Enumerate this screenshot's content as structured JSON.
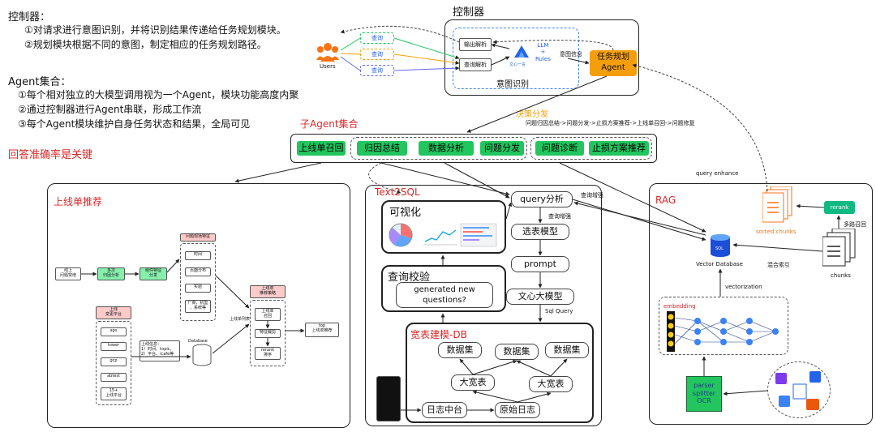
{
  "intro": {
    "controller_heading": "控制器：",
    "controller_lines": [
      "①对请求进行意图识别，并将识别结果传递给任务规划模块。",
      "②规划模块根据不同的意图，制定相应的任务规划路径。"
    ],
    "agent_heading": "Agent集合：",
    "agent_lines": [
      "①每个相对独立的大模型调用视为一个Agent，模块功能高度内聚",
      "②通过控制器进行Agent串联，形成工作流",
      "③每个Agent模块维护自身任务状态和结果，全局可见"
    ],
    "accuracy_note": "回答准确率是关键"
  },
  "controller": {
    "title": "控制器",
    "users_label": "Users",
    "queries": [
      "查询",
      "查询",
      "查询"
    ],
    "output_parse": "输出解析",
    "query_parse": "查询解析",
    "wenxin": "文心一言",
    "llm_rules": "LLM\n+\nRules",
    "intent_recognition": "意图识别",
    "intent_info": "意图信息",
    "task_planning": "任务规划\nAgent",
    "decision": "决策分发",
    "pipeline": "问题归因总结->问题分发->止损方案推荐->上线单召回->问题修复"
  },
  "sub_agents": {
    "title": "子Agent集合",
    "items": [
      "上线单召回",
      "归因总结",
      "数据分析",
      "问题分发",
      "问题诊断",
      "止损方案推荐"
    ]
  },
  "online_rec": {
    "title": "上线单推荐",
    "alarm": "线上\n问题突增",
    "multi_attr": "多次\n归因分析",
    "feature_gen": "组件特征\n分发",
    "issue_feat_title": "问题现场特征",
    "issue_feats": [
      "时间",
      "页面分布",
      "实验",
      "厂商、机型\n、系统等"
    ],
    "platform_title": "上线\n变更平台",
    "platforms": [
      "aps",
      "tower",
      "gcp",
      "abtest",
      "15+\n上线平台"
    ],
    "info_card": "上线信息：\n1）时间、topic、\n2）平台、icafe等",
    "database": "Database",
    "online_only": "上线单列表",
    "strategy_title": "上线单\n推荐策略",
    "strategy_steps": [
      "上线单\n召回",
      "特征裁剪",
      "rerank\n排序"
    ],
    "top": "top\n上线单推荐"
  },
  "text2sql": {
    "title": "Text2SQL",
    "query_analysis": "query分析",
    "query_enhance_1": "查询增强",
    "query_enhance_2": "查询增强",
    "table_select": "选表模型",
    "prompt": "prompt",
    "wenxin_model": "文心大模型",
    "sql_query": "Sql Query",
    "visualize": "可视化",
    "query_check": "查询校验",
    "generated": "generated new\nquestions?",
    "wide_title": "宽表建模-DB",
    "datasets": [
      "数据集",
      "数据集",
      "数据集"
    ],
    "wide_tables": [
      "大宽表",
      "大宽表"
    ],
    "log_center": "日志中台",
    "raw_log": "原始日志"
  },
  "rag": {
    "title": "RAG",
    "query_enhance": "query enhance",
    "sorted_chunks": "sorted chunks",
    "rerank": "rerank",
    "multi_recall": "多路召回",
    "vector_db": "Vector Database",
    "sql": "SQL",
    "hybrid_index": "混合索引",
    "chunks": "chunks",
    "vectorization": "vectorization",
    "embedding": "embedding",
    "parser": "parser\nsplitter\nOCR"
  },
  "colors": {
    "green": "#22c55e",
    "orange": "#f59e0b",
    "red": "#dc2626",
    "blue": "#2563eb",
    "teal": "#10b981",
    "dark_blue": "#1e3a8a"
  }
}
